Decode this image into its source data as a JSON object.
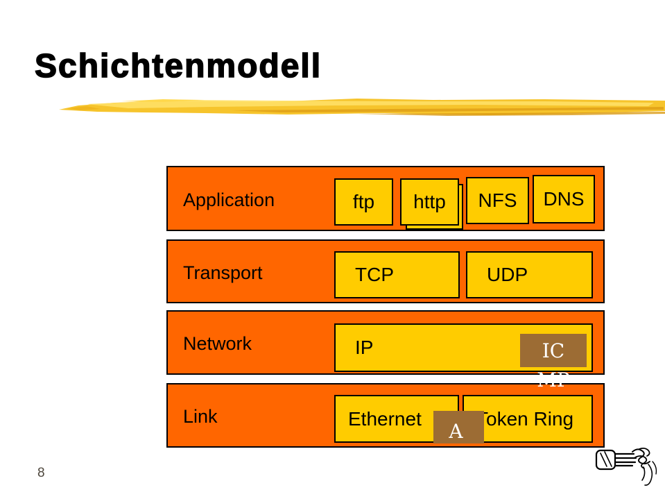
{
  "title": "Schichtenmodell",
  "page_number": "8",
  "colors": {
    "bar_orange": "#FF6600",
    "box_yellow": "#FFCC00",
    "box_brown": "#9C6C34",
    "brush_gold": "#F6C42C",
    "brush_light": "#FFE066",
    "brush_dark": "#DFA018",
    "page_number_color": "#4D463C"
  },
  "diagram": {
    "layers": [
      {
        "label": "Application",
        "boxes": [
          {
            "label": "ftp"
          },
          {
            "label": "http"
          },
          {
            "label": "NFS"
          },
          {
            "label": "DNS"
          }
        ]
      },
      {
        "label": "Transport",
        "boxes": [
          {
            "label": "TCP"
          },
          {
            "label": "UDP"
          }
        ]
      },
      {
        "label": "Network",
        "boxes": [
          {
            "label": "IP"
          }
        ],
        "overlay": {
          "line1": "IC",
          "line2": "MP"
        }
      },
      {
        "label": "Link",
        "boxes": [
          {
            "label": "Ethernet"
          },
          {
            "label": "Token Ring"
          }
        ],
        "overlay": {
          "line1": "A"
        }
      }
    ]
  },
  "icons": {
    "hand_icon": "pointing-hand-clipart"
  }
}
